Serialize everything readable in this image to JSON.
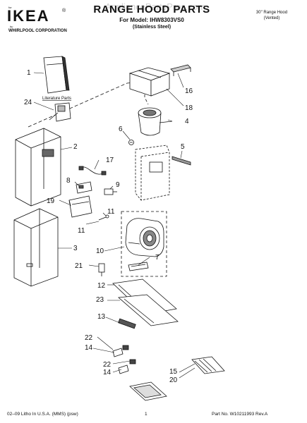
{
  "header": {
    "brand_for": "for",
    "brand_logo": "IKEA",
    "brand_reg": "®",
    "brand_by": "by",
    "brand_corp": "WHIRLPOOL CORPORATION",
    "watermark": "AppliancePartsPros.com",
    "title": "RANGE HOOD PARTS",
    "model_line": "For Model: IHW8303VS0",
    "finish_line": "(Stainless Steel)",
    "hood_type_line1": "30\" Range Hood",
    "hood_type_line2": "(Vented)"
  },
  "diagram": {
    "literature_label": "Literature Parts",
    "callouts": [
      "1",
      "2",
      "3",
      "4",
      "5",
      "6",
      "7",
      "8",
      "9",
      "10",
      "11",
      "11",
      "12",
      "13",
      "14",
      "14",
      "15",
      "16",
      "17",
      "18",
      "19",
      "20",
      "21",
      "22",
      "22",
      "23",
      "24"
    ]
  },
  "footer": {
    "left": "02–09 Litho In U.S.A. (MMS) (psw)",
    "page_number": "1",
    "part_number": "Part No. W10211993 Rev.A"
  }
}
